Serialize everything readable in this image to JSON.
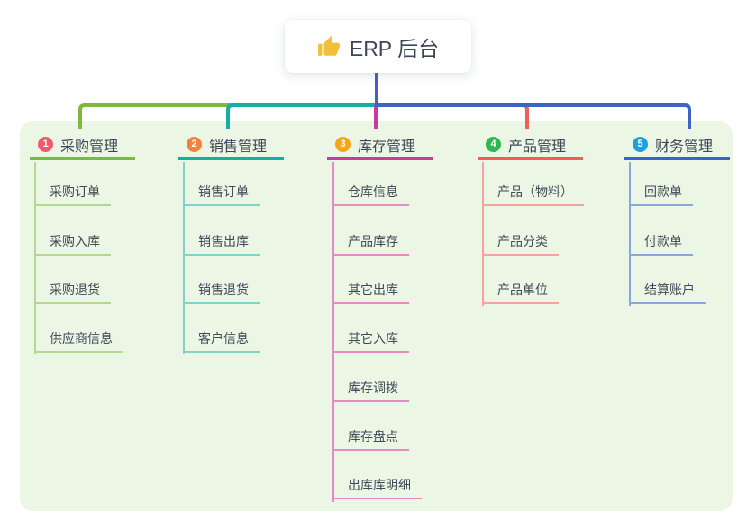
{
  "root_node": {
    "icon": "thumbs-up",
    "title": "ERP 后台"
  },
  "branches": [
    {
      "number": "1",
      "label": "采购管理",
      "colors": {
        "badge": "#f4586e",
        "line": "#7cba3f",
        "leaf": "#b4d98e"
      },
      "children": [
        "采购订单",
        "采购入库",
        "采购退货",
        "供应商信息"
      ]
    },
    {
      "number": "2",
      "label": "销售管理",
      "colors": {
        "badge": "#f5813f",
        "line": "#13afa5",
        "leaf": "#7fd3cb"
      },
      "children": [
        "销售订单",
        "销售出库",
        "销售退货",
        "客户信息"
      ]
    },
    {
      "number": "3",
      "label": "库存管理",
      "colors": {
        "badge": "#f6a61c",
        "line": "#cd3a9f",
        "leaf": "#ea8ac5"
      },
      "children": [
        "仓库信息",
        "产品库存",
        "其它出库",
        "其它入库",
        "库存调拨",
        "库存盘点",
        "出库库明细"
      ]
    },
    {
      "number": "4",
      "label": "产品管理",
      "colors": {
        "badge": "#2cb94d",
        "line": "#f15d5c",
        "leaf": "#f4a3a1"
      },
      "children": [
        "产品（物料）",
        "产品分类",
        "产品单位"
      ]
    },
    {
      "number": "5",
      "label": "财务管理",
      "colors": {
        "badge": "#209fdf",
        "line": "#3f63c5",
        "leaf": "#8ba6dc"
      },
      "children": [
        "回款单",
        "付款单",
        "结算账户"
      ]
    }
  ],
  "colors": {
    "stem": "#4a5cc6",
    "panel_bg": "#ebf6e5",
    "node_text": "#3d4757",
    "icon_yellow": "#f2c037",
    "canvas_bg": "#ffffff"
  }
}
